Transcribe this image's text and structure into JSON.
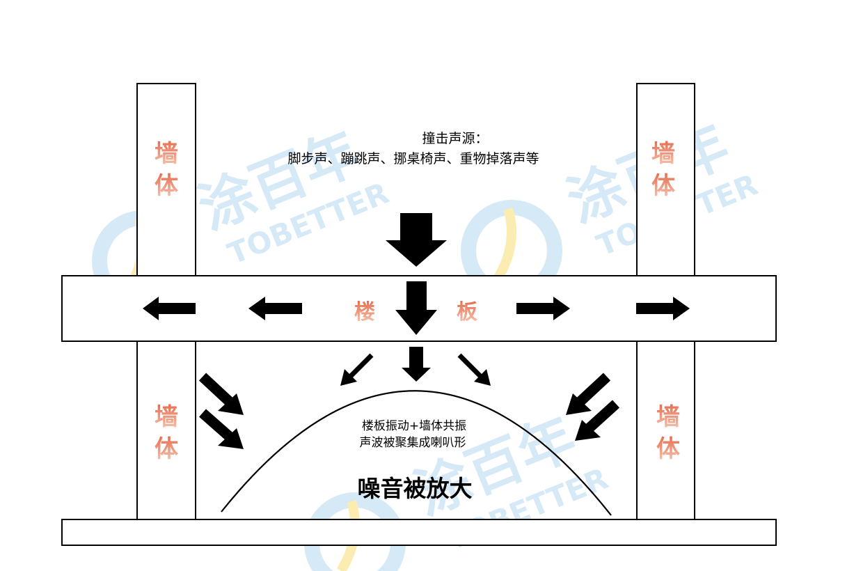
{
  "colors": {
    "label_top": "#e66a4b",
    "label_bottom": "#f7c9b6",
    "watermark_blue": "#cfe6f5",
    "watermark_yellow": "#fbe9a3",
    "stroke": "#000000"
  },
  "watermark": {
    "brand_cn": "涂百年",
    "brand_en": "TOBETTER"
  },
  "labels": {
    "wall_char1": "墙",
    "wall_char2": "体",
    "floor_char1": "楼",
    "floor_char2": "板"
  },
  "source": {
    "title": "撞击声源：",
    "examples": "脚步声、蹦跳声、挪桌椅声、重物掉落声等"
  },
  "mechanism": {
    "line1": "楼板振动+墙体共振",
    "line2": "声波被聚集成喇叭形"
  },
  "result": {
    "text": "噪音被放大"
  }
}
